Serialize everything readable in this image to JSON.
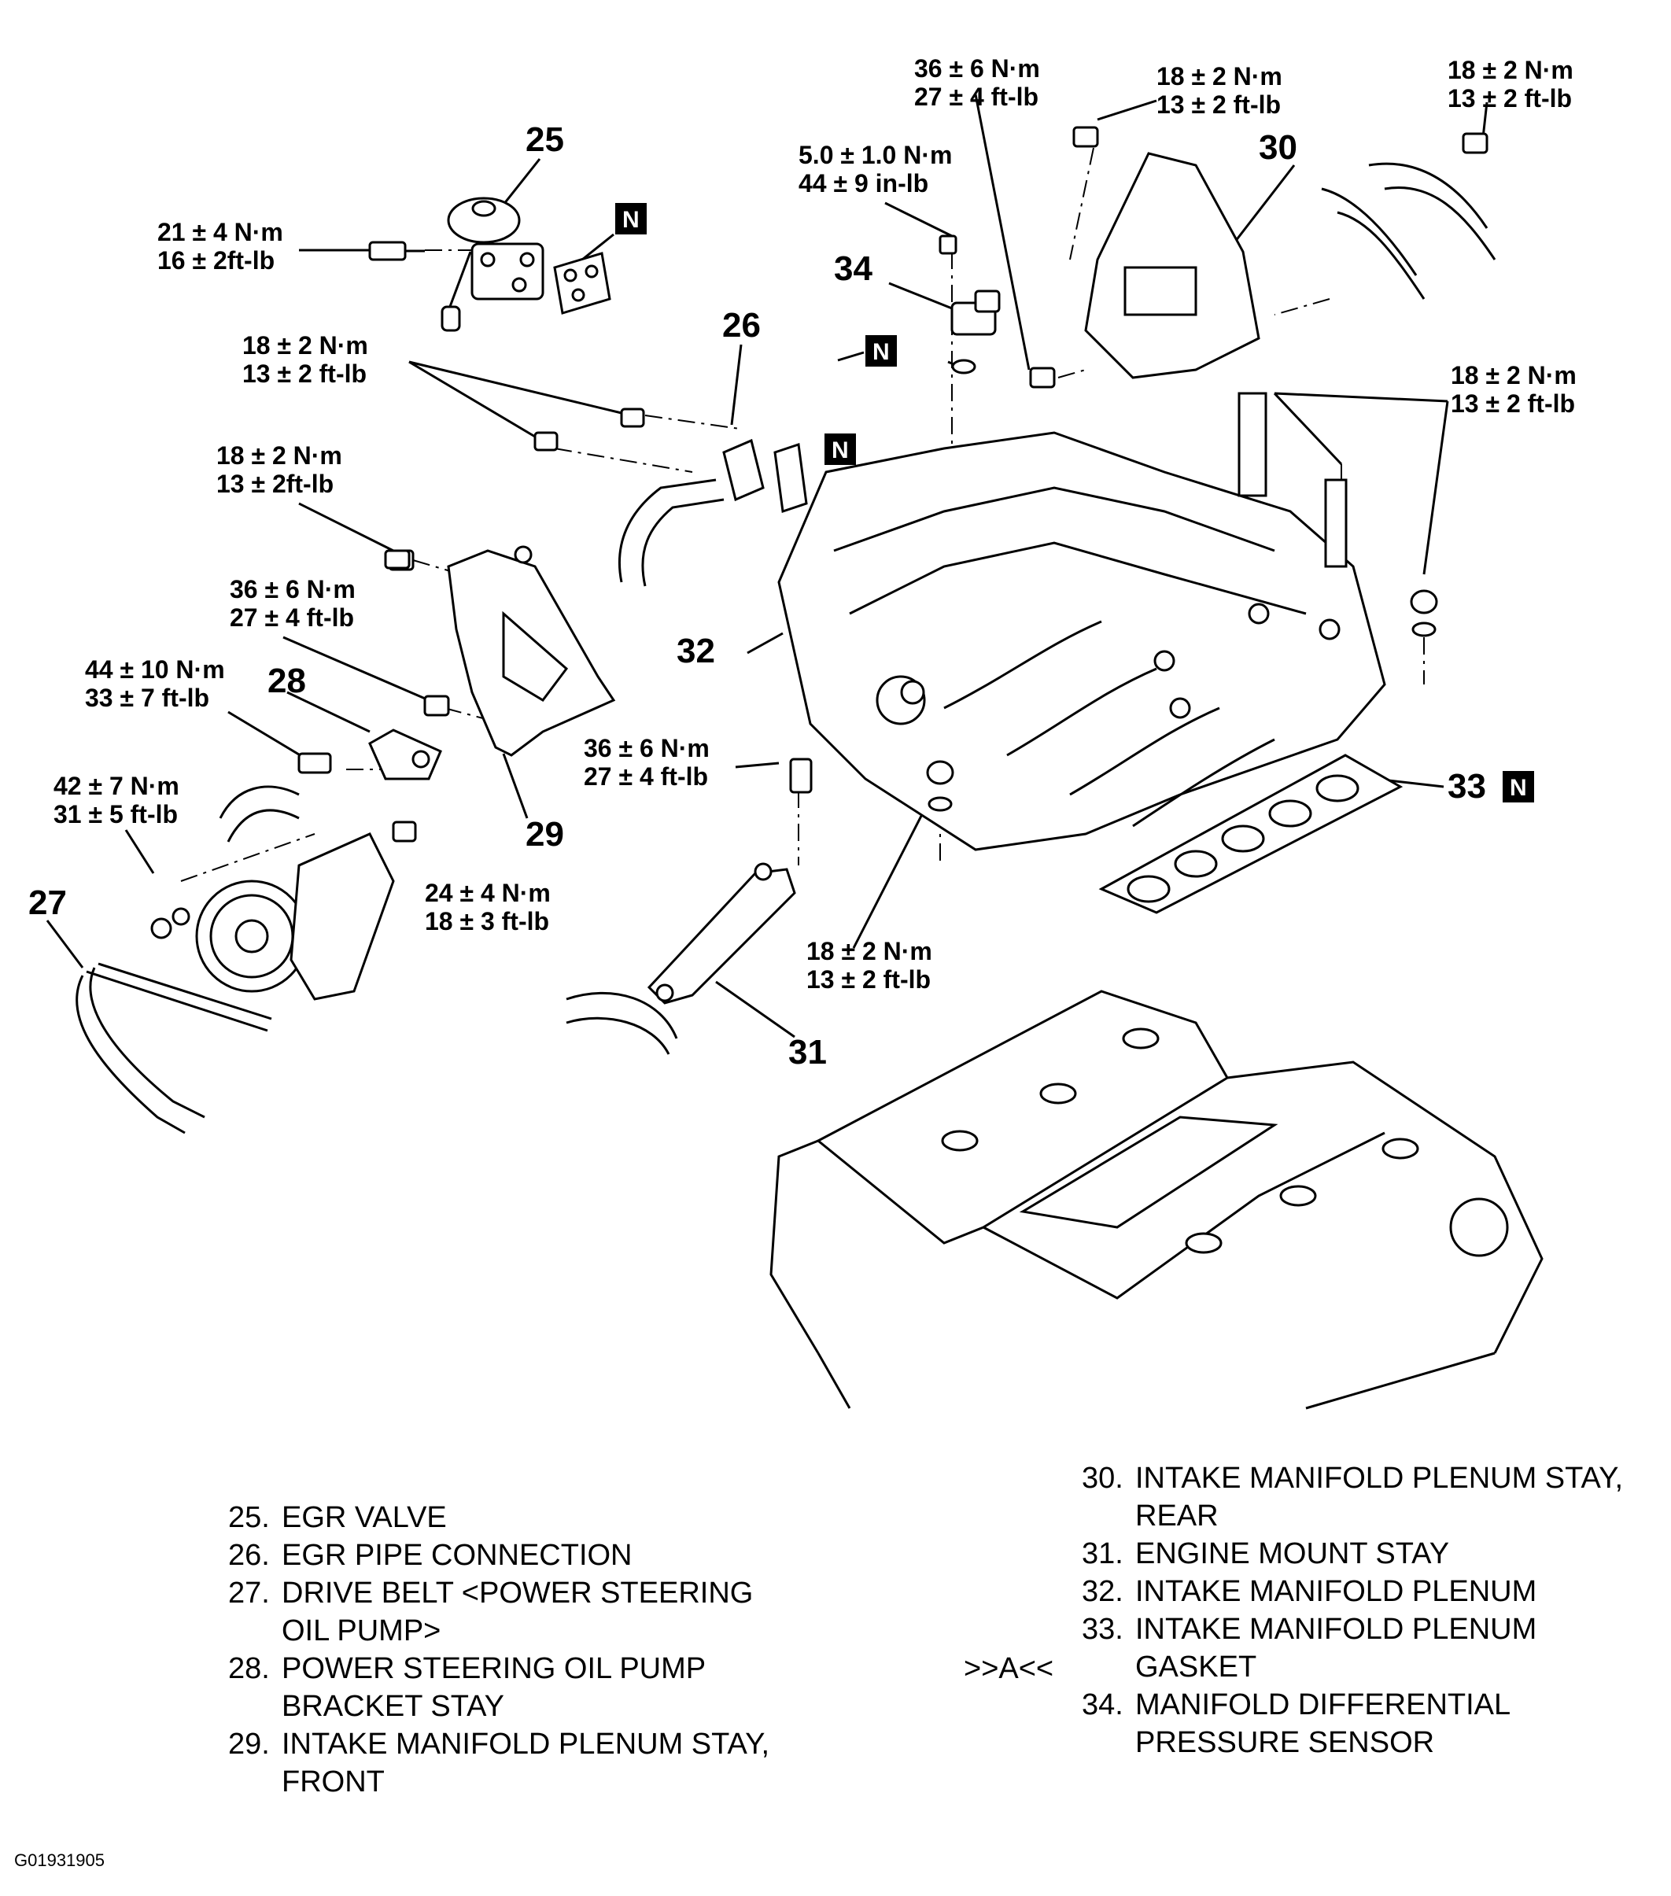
{
  "torques": {
    "t1_nm": "36 ± 6 N·m",
    "t1_ft": "27 ± 4 ft-lb",
    "t2_nm": "18 ± 2 N·m",
    "t2_ft": "13 ± 2 ft-lb",
    "t3_nm": "18 ± 2 N·m",
    "t3_ft": "13 ± 2 ft-lb",
    "t4_nm": "5.0 ± 1.0 N·m",
    "t4_ft": "44 ± 9 in-lb",
    "t5_nm": "21 ± 4 N·m",
    "t5_ft": "16 ± 2ft-lb",
    "t6_nm": "18 ± 2 N·m",
    "t6_ft": "13 ± 2 ft-lb",
    "t7_nm": "18 ± 2 N·m",
    "t7_ft": "13 ± 2ft-lb",
    "t8_nm": "18 ± 2 N·m",
    "t8_ft": "13 ± 2 ft-lb",
    "t9_nm": "36 ± 6 N·m",
    "t9_ft": "27 ± 4 ft-lb",
    "t10_nm": "44 ± 10 N·m",
    "t10_ft": "33 ± 7 ft-lb",
    "t11_nm": "36 ± 6 N·m",
    "t11_ft": "27 ± 4 ft-lb",
    "t12_nm": "42 ± 7 N·m",
    "t12_ft": "31 ± 5 ft-lb",
    "t13_nm": "24 ± 4 N·m",
    "t13_ft": "18 ± 3 ft-lb",
    "t14_nm": "18 ± 2 N·m",
    "t14_ft": "13 ± 2 ft-lb"
  },
  "callouts": {
    "c25": "25",
    "c26": "26",
    "c27": "27",
    "c28": "28",
    "c29": "29",
    "c30": "30",
    "c31": "31",
    "c32": "32",
    "c33": "33",
    "c34": "34"
  },
  "new_part_mark": "N",
  "legend_left": [
    {
      "num": "25.",
      "text": "EGR VALVE"
    },
    {
      "num": "26.",
      "text": "EGR PIPE CONNECTION"
    },
    {
      "num": "27.",
      "text": "DRIVE BELT <POWER STEERING\nOIL PUMP>"
    },
    {
      "num": "28.",
      "text": "POWER STEERING OIL PUMP\nBRACKET STAY"
    },
    {
      "num": "29.",
      "text": "INTAKE MANIFOLD PLENUM STAY,\nFRONT"
    }
  ],
  "legend_right": [
    {
      "num": "30.",
      "text": "INTAKE MANIFOLD PLENUM STAY,\nREAR"
    },
    {
      "num": "31.",
      "text": "ENGINE MOUNT STAY"
    },
    {
      "num": "32.",
      "text": "INTAKE MANIFOLD PLENUM"
    },
    {
      "num": "33.",
      "text": "INTAKE MANIFOLD PLENUM\nGASKET"
    },
    {
      "num": "34.",
      "text": "MANIFOLD DIFFERENTIAL\nPRESSURE SENSOR"
    }
  ],
  "reference_mark": ">>A<<",
  "figure_id": "G01931905"
}
